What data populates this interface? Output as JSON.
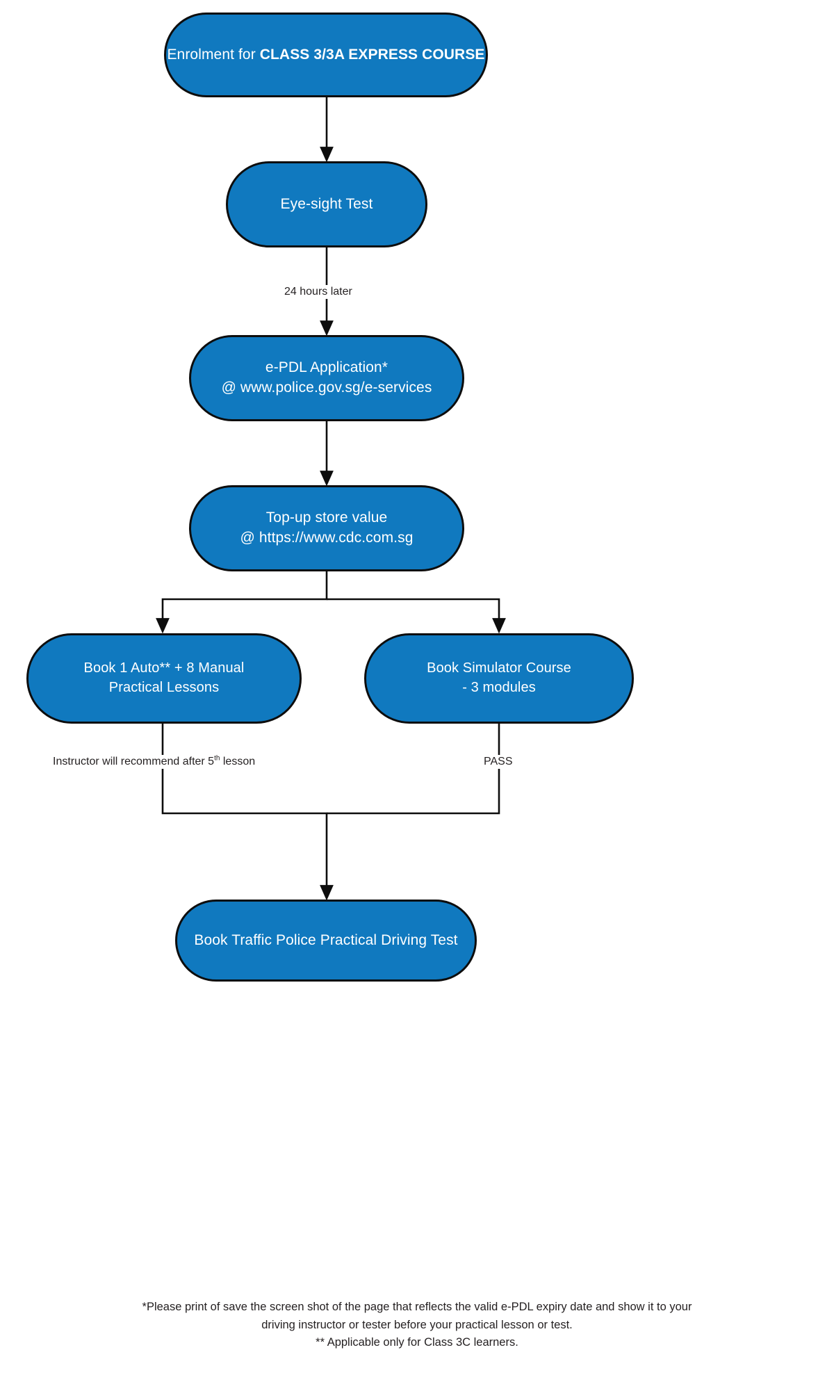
{
  "diagram": {
    "type": "flowchart",
    "orientation": "top-to-bottom",
    "accent_color": "#1079bf",
    "outline_color": "#0d0d0d",
    "node_text_color": "#ffffff",
    "background_color": "#ffffff",
    "nodes": [
      {
        "id": "enrolment",
        "shape": "stadium",
        "line1_plain": "Enrolment for ",
        "line1_bold": "CLASS 3/3A EXPRESS COURSE"
      },
      {
        "id": "eyesight",
        "shape": "stadium",
        "line1": "Eye-sight Test"
      },
      {
        "id": "epdl",
        "shape": "stadium",
        "line1": "e-PDL Application*",
        "line2": "@ www.police.gov.sg/e-services"
      },
      {
        "id": "topup",
        "shape": "stadium",
        "line1": "Top-up store value",
        "line2": "@ https://www.cdc.com.sg"
      },
      {
        "id": "practical",
        "shape": "stadium",
        "line1": "Book 1 Auto** + 8 Manual",
        "line2": "Practical Lessons"
      },
      {
        "id": "simulator",
        "shape": "stadium",
        "line1": "Book Simulator Course",
        "line2": "- 3 modules"
      },
      {
        "id": "tptest",
        "shape": "stadium",
        "line1": "Book Traffic Police Practical Driving Test"
      }
    ],
    "edge_labels": {
      "eyesight_to_epdl": "24 hours later",
      "practical_to_test_pre": "Instructor will recommend after 5",
      "practical_to_test_sup": "th",
      "practical_to_test_post": " lesson",
      "simulator_to_test": "PASS"
    }
  },
  "footnotes": {
    "line1": "*Please print of save the screen shot of the page that reflects the valid e-PDL expiry date and show it to your",
    "line2": "driving instructor or tester before your practical lesson or test.",
    "line3": "** Applicable only for Class 3C learners."
  }
}
